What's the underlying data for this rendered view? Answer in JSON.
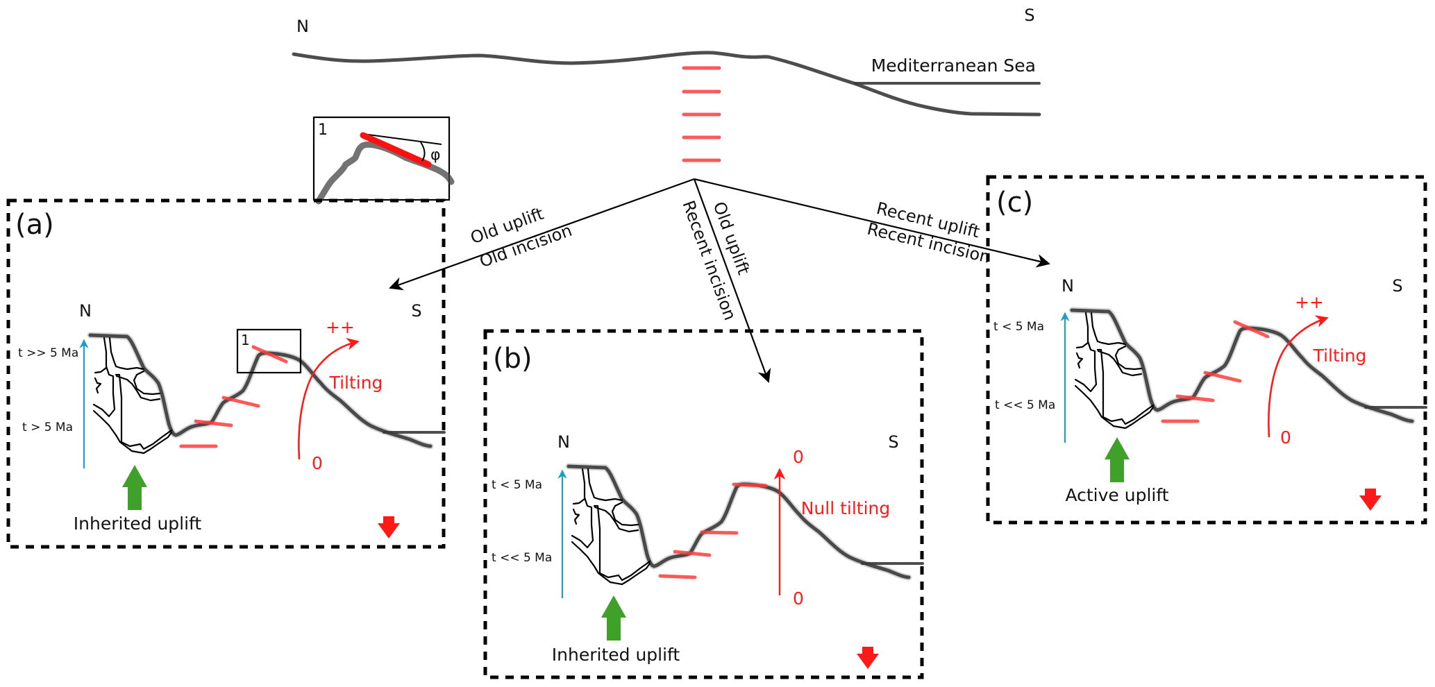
{
  "figure": {
    "top_section": {
      "north_label": "N",
      "south_label": "S",
      "sea_label": "Mediterranean Sea"
    },
    "inset": {
      "number": "1",
      "angle_symbol": "φ"
    },
    "branches": [
      {
        "line1": "Old uplift",
        "line2": "Old incision",
        "target": "a"
      },
      {
        "line1": "Old uplift",
        "line2": "Recent incision",
        "target": "b"
      },
      {
        "line1": "Recent uplift",
        "line2": "Recent incision",
        "target": "c"
      }
    ],
    "panels": {
      "a": {
        "letter": "(a)",
        "north": "N",
        "south": "S",
        "age_upper": "t >> 5 Ma",
        "age_lower": "t > 5 Ma",
        "inset_ref": "1",
        "tilt_top": "++",
        "tilt_label": "Tilting",
        "tilt_bottom": "0",
        "uplift_label": "Inherited uplift"
      },
      "b": {
        "letter": "(b)",
        "north": "N",
        "south": "S",
        "age_upper": "t < 5 Ma",
        "age_lower": "t << 5 Ma",
        "tilt_top": "0",
        "tilt_label": "Null tilting",
        "tilt_bottom": "0",
        "uplift_label": "Inherited uplift"
      },
      "c": {
        "letter": "(c)",
        "north": "N",
        "south": "S",
        "age_upper": "t < 5 Ma",
        "age_lower": "t << 5 Ma",
        "tilt_top": "++",
        "tilt_label": "Tilting",
        "tilt_bottom": "0",
        "uplift_label": "Active uplift"
      }
    },
    "colors": {
      "terrace_red": "#ff3b3b",
      "tilt_red": "#ff1a1a",
      "uplift_green": "#3fa02a",
      "time_blue": "#1aa0c8",
      "profile_gray": "#3a3a3a"
    }
  }
}
